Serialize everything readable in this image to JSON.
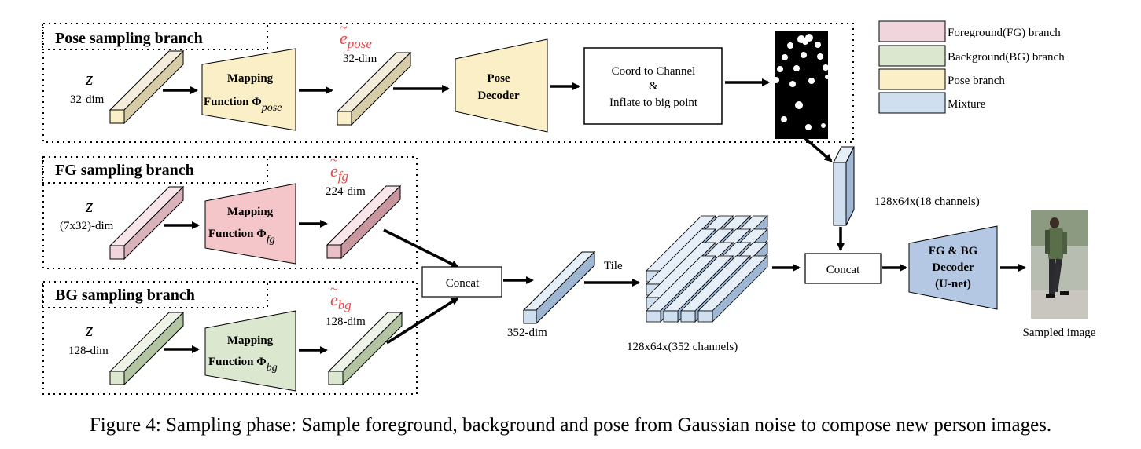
{
  "colors": {
    "fg": "#f0d5dc",
    "fg_dark": "#dba3ad",
    "bg": "#dbe8cf",
    "bg_dark": "#b9cfa6",
    "pose": "#fbefc8",
    "pose_dark": "#e2d6a6",
    "mix": "#cfdff0",
    "mix_dark": "#9fb7d2"
  },
  "branches": {
    "pose": {
      "title": "Pose sampling branch",
      "z": "z",
      "z_dim": "32-dim",
      "mapping_line1": "Mapping",
      "mapping_line2": "Function Φ",
      "mapping_sub": "pose",
      "emb_main": "e",
      "emb_sub": "pose",
      "emb_dim": "32-dim"
    },
    "fg": {
      "title": "FG sampling branch",
      "z": "z",
      "z_dim": "(7x32)-dim",
      "mapping_line1": "Mapping",
      "mapping_line2": "Function Φ",
      "mapping_sub": "fg",
      "emb_main": "e",
      "emb_sub": "fg",
      "emb_dim": "224-dim"
    },
    "bg": {
      "title": "BG sampling branch",
      "z": "z",
      "z_dim": "128-dim",
      "mapping_line1": "Mapping",
      "mapping_line2": "Function Φ",
      "mapping_sub": "bg",
      "emb_main": "e",
      "emb_sub": "bg",
      "emb_dim": "128-dim"
    }
  },
  "pose_decoder": {
    "line1": "Pose",
    "line2": "Decoder"
  },
  "coord_box": {
    "line1": "Coord to Channel",
    "line2": "&",
    "line3": "Inflate to big point"
  },
  "channels_label": "128x64x(18 channels)",
  "concat1": "Concat",
  "concat2": "Concat",
  "vector_dim": "352-dim",
  "tile_label": "Tile",
  "tensor_label": "128x64x(352 channels)",
  "decoder": {
    "line1": "FG & BG",
    "line2": "Decoder",
    "line3": "(U-net)"
  },
  "sampled_label": "Sampled image",
  "legend": [
    {
      "label": "Foreground(FG) branch",
      "color": "#f0d5dc"
    },
    {
      "label": "Background(BG) branch",
      "color": "#dbe8cf"
    },
    {
      "label": "Pose branch",
      "color": "#fbefc8"
    },
    {
      "label": "Mixture",
      "color": "#cfdff0"
    }
  ],
  "caption": "Figure 4: Sampling phase: Sample foreground, background and pose from Gaussian noise to compose new person images."
}
